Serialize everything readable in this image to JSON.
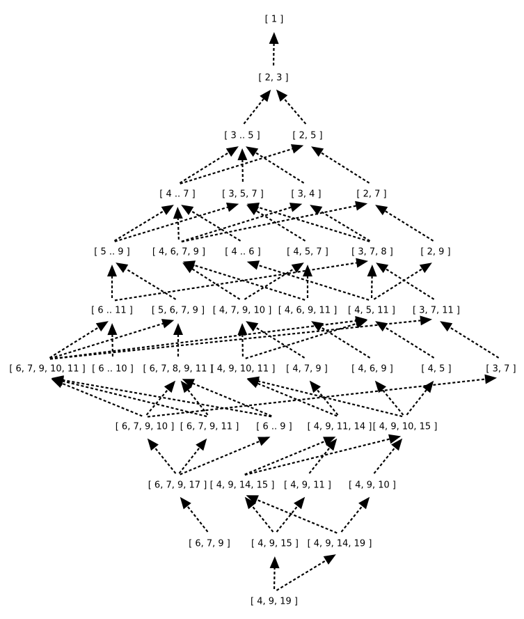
{
  "nodes": [
    {
      "id": "n0",
      "label": "[ 1 ]"
    },
    {
      "id": "n1",
      "label": "[ 2, 3 ]"
    },
    {
      "id": "n2",
      "label": "[ 3 .. 5 ]"
    },
    {
      "id": "n3",
      "label": "[ 2, 5 ]"
    },
    {
      "id": "n4",
      "label": "[ 4 .. 7 ]"
    },
    {
      "id": "n5",
      "label": "[ 3, 5, 7 ]"
    },
    {
      "id": "n6",
      "label": "[ 3, 4 ]"
    },
    {
      "id": "n7",
      "label": "[ 2, 7 ]"
    },
    {
      "id": "n8",
      "label": "[ 5 .. 9 ]"
    },
    {
      "id": "n9",
      "label": "[ 4, 6, 7, 9 ]"
    },
    {
      "id": "n10",
      "label": "[ 4 .. 6 ]"
    },
    {
      "id": "n11",
      "label": "[ 4, 5, 7 ]"
    },
    {
      "id": "n12",
      "label": "[ 3, 7, 8 ]"
    },
    {
      "id": "n13",
      "label": "[ 2, 9 ]"
    },
    {
      "id": "n14",
      "label": "[ 6 .. 11 ]"
    },
    {
      "id": "n15",
      "label": "[ 5, 6, 7, 9 ]"
    },
    {
      "id": "n16",
      "label": "[ 4, 7, 9, 10 ]"
    },
    {
      "id": "n17",
      "label": "[ 4, 6, 9, 11 ]"
    },
    {
      "id": "n18",
      "label": "[ 4, 5, 11 ]"
    },
    {
      "id": "n19",
      "label": "[ 3, 7, 11 ]"
    },
    {
      "id": "n20",
      "label": "[ 6, 7, 9, 10, 11 ]"
    },
    {
      "id": "n21",
      "label": "[ 6 .. 10 ]"
    },
    {
      "id": "n22",
      "label": "[ 6, 7, 8, 9, 11 ]"
    },
    {
      "id": "n23",
      "label": "[ 4, 9, 10, 11 ]"
    },
    {
      "id": "n24",
      "label": "[ 4, 7, 9 ]"
    },
    {
      "id": "n25",
      "label": "[ 4, 6, 9 ]"
    },
    {
      "id": "n26",
      "label": "[ 4, 5 ]"
    },
    {
      "id": "n27",
      "label": "[ 3, 7 ]"
    },
    {
      "id": "n28",
      "label": "[ 6, 7, 9, 10 ]"
    },
    {
      "id": "n29",
      "label": "[ 6, 7, 9, 11 ]"
    },
    {
      "id": "n30",
      "label": "[ 6 .. 9 ]"
    },
    {
      "id": "n31",
      "label": "[ 4, 9, 11, 14 ]"
    },
    {
      "id": "n32",
      "label": "[ 4, 9, 10, 15 ]"
    },
    {
      "id": "n33",
      "label": "[ 6, 7, 9, 17 ]"
    },
    {
      "id": "n34",
      "label": "[ 4, 9, 14, 15 ]"
    },
    {
      "id": "n35",
      "label": "[ 4, 9, 11 ]"
    },
    {
      "id": "n36",
      "label": "[ 4, 9, 10 ]"
    },
    {
      "id": "n37",
      "label": "[ 6, 7, 9 ]"
    },
    {
      "id": "n38",
      "label": "[ 4, 9, 15 ]"
    },
    {
      "id": "n39",
      "label": "[ 4, 9, 14, 19 ]"
    },
    {
      "id": "n40",
      "label": "[ 4, 9, 19 ]"
    }
  ],
  "edges": [
    [
      "n1",
      "n0"
    ],
    [
      "n2",
      "n1"
    ],
    [
      "n3",
      "n1"
    ],
    [
      "n4",
      "n2"
    ],
    [
      "n4",
      "n3"
    ],
    [
      "n5",
      "n2"
    ],
    [
      "n6",
      "n2"
    ],
    [
      "n7",
      "n3"
    ],
    [
      "n8",
      "n4"
    ],
    [
      "n8",
      "n5"
    ],
    [
      "n9",
      "n4"
    ],
    [
      "n10",
      "n4"
    ],
    [
      "n11",
      "n5"
    ],
    [
      "n12",
      "n5"
    ],
    [
      "n9",
      "n6"
    ],
    [
      "n9",
      "n7"
    ],
    [
      "n12",
      "n6"
    ],
    [
      "n13",
      "n7"
    ],
    [
      "n14",
      "n8"
    ],
    [
      "n14",
      "n12"
    ],
    [
      "n15",
      "n8"
    ],
    [
      "n16",
      "n9"
    ],
    [
      "n17",
      "n9"
    ],
    [
      "n16",
      "n11"
    ],
    [
      "n17",
      "n11"
    ],
    [
      "n18",
      "n10"
    ],
    [
      "n18",
      "n12"
    ],
    [
      "n18",
      "n13"
    ],
    [
      "n19",
      "n12"
    ],
    [
      "n20",
      "n14"
    ],
    [
      "n20",
      "n15"
    ],
    [
      "n21",
      "n14"
    ],
    [
      "n22",
      "n15"
    ],
    [
      "n20",
      "n18"
    ],
    [
      "n20",
      "n19"
    ],
    [
      "n23",
      "n16"
    ],
    [
      "n23",
      "n18"
    ],
    [
      "n24",
      "n16"
    ],
    [
      "n25",
      "n17"
    ],
    [
      "n26",
      "n18"
    ],
    [
      "n27",
      "n19"
    ],
    [
      "n28",
      "n20"
    ],
    [
      "n28",
      "n22"
    ],
    [
      "n29",
      "n20"
    ],
    [
      "n29",
      "n22"
    ],
    [
      "n30",
      "n20"
    ],
    [
      "n30",
      "n22"
    ],
    [
      "n31",
      "n23"
    ],
    [
      "n32",
      "n23"
    ],
    [
      "n31",
      "n24"
    ],
    [
      "n32",
      "n25"
    ],
    [
      "n32",
      "n26"
    ],
    [
      "n28",
      "n27"
    ],
    [
      "n33",
      "n28"
    ],
    [
      "n33",
      "n29"
    ],
    [
      "n33",
      "n30"
    ],
    [
      "n34",
      "n31"
    ],
    [
      "n34",
      "n32"
    ],
    [
      "n35",
      "n31"
    ],
    [
      "n36",
      "n32"
    ],
    [
      "n37",
      "n33"
    ],
    [
      "n38",
      "n34"
    ],
    [
      "n38",
      "n35"
    ],
    [
      "n39",
      "n34"
    ],
    [
      "n39",
      "n36"
    ],
    [
      "n40",
      "n38"
    ],
    [
      "n40",
      "n39"
    ]
  ]
}
